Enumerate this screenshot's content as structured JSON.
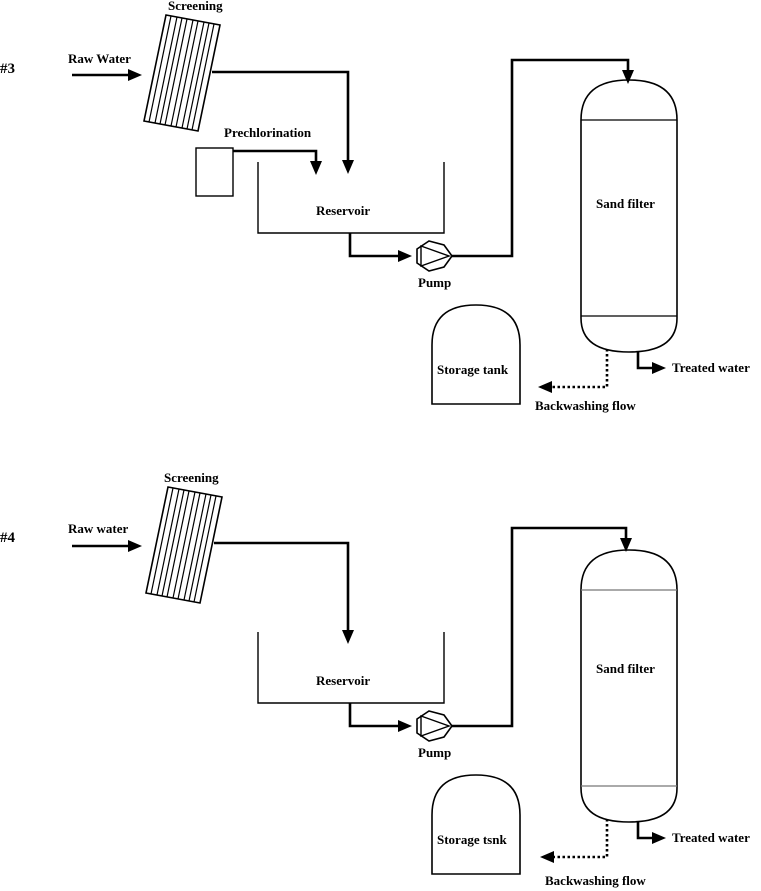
{
  "diagrams": [
    {
      "id": "#3",
      "raw_water": "Raw Water",
      "screening": "Screening",
      "prechlorination": "Prechlorination",
      "reservoir": "Reservoir",
      "pump": "Pump",
      "sand_filter": "Sand filter",
      "storage_tank": "Storage tank",
      "treated_water": "Treated water",
      "backwashing_flow": "Backwashing flow"
    },
    {
      "id": "#4",
      "raw_water": "Raw water",
      "screening": "Screening",
      "reservoir": "Reservoir",
      "pump": "Pump",
      "sand_filter": "Sand filter",
      "storage_tank": "Storage tsnk",
      "treated_water": "Treated water",
      "backwashing_flow": "Backwashing flow"
    }
  ]
}
